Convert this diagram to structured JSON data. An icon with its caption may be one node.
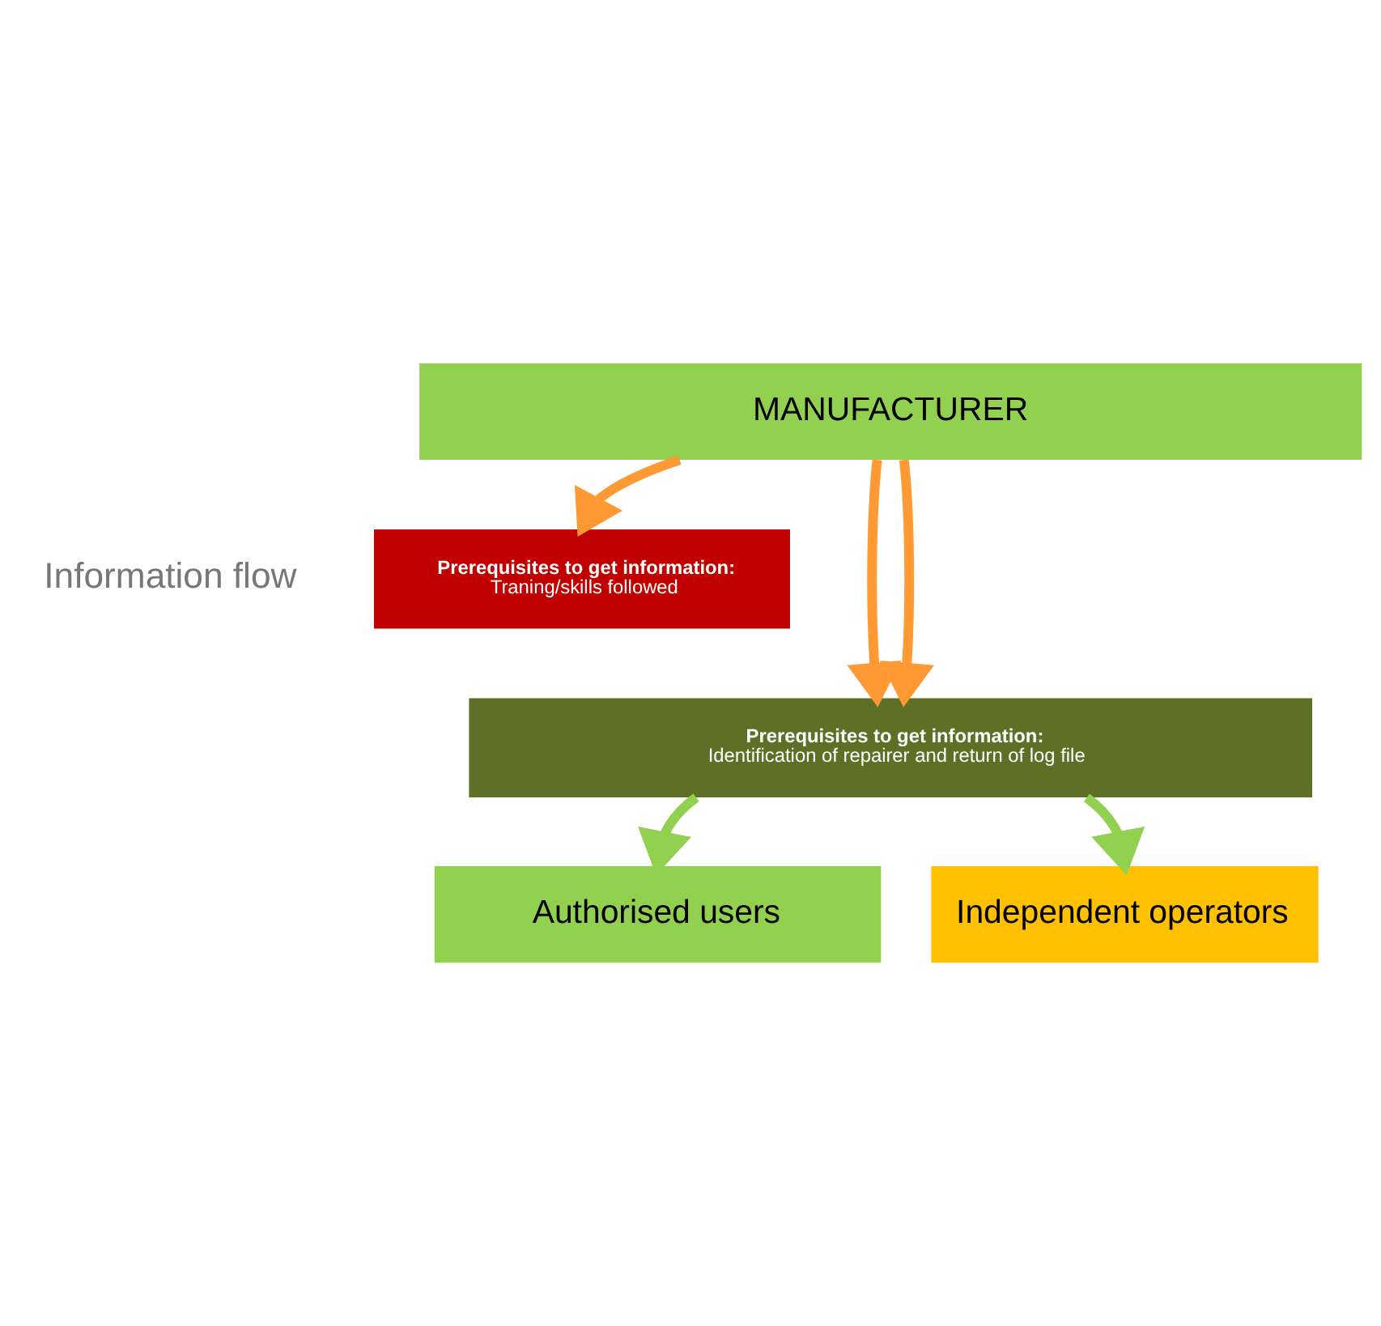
{
  "diagram": {
    "nodes": [
      {
        "text": [
          "MANUFACTURER"
        ]
      },
      {
        "text": [
          "Prerequisites to get information:",
          "Traning/skills followed"
        ]
      },
      {
        "text": [
          "Prerequisites to get information:",
          "Identification of repairer and return of log file"
        ]
      },
      {
        "text": [
          "Authorised users"
        ]
      },
      {
        "text": [
          "Independent operators"
        ]
      }
    ],
    "edges": [
      {
        "from": 0,
        "to": 1,
        "arrow": "to"
      },
      {
        "from": 0,
        "to": 2,
        "arrow": "to"
      },
      {
        "from": 0,
        "to": 2,
        "arrow": "to"
      },
      {
        "from": 2,
        "to": 3,
        "arrow": "to",
        "color": "#92d050"
      },
      {
        "from": 2,
        "to": 4,
        "arrow": "to",
        "color": "#92d050"
      }
    ],
    "labels": [
      "Information flow"
    ]
  }
}
